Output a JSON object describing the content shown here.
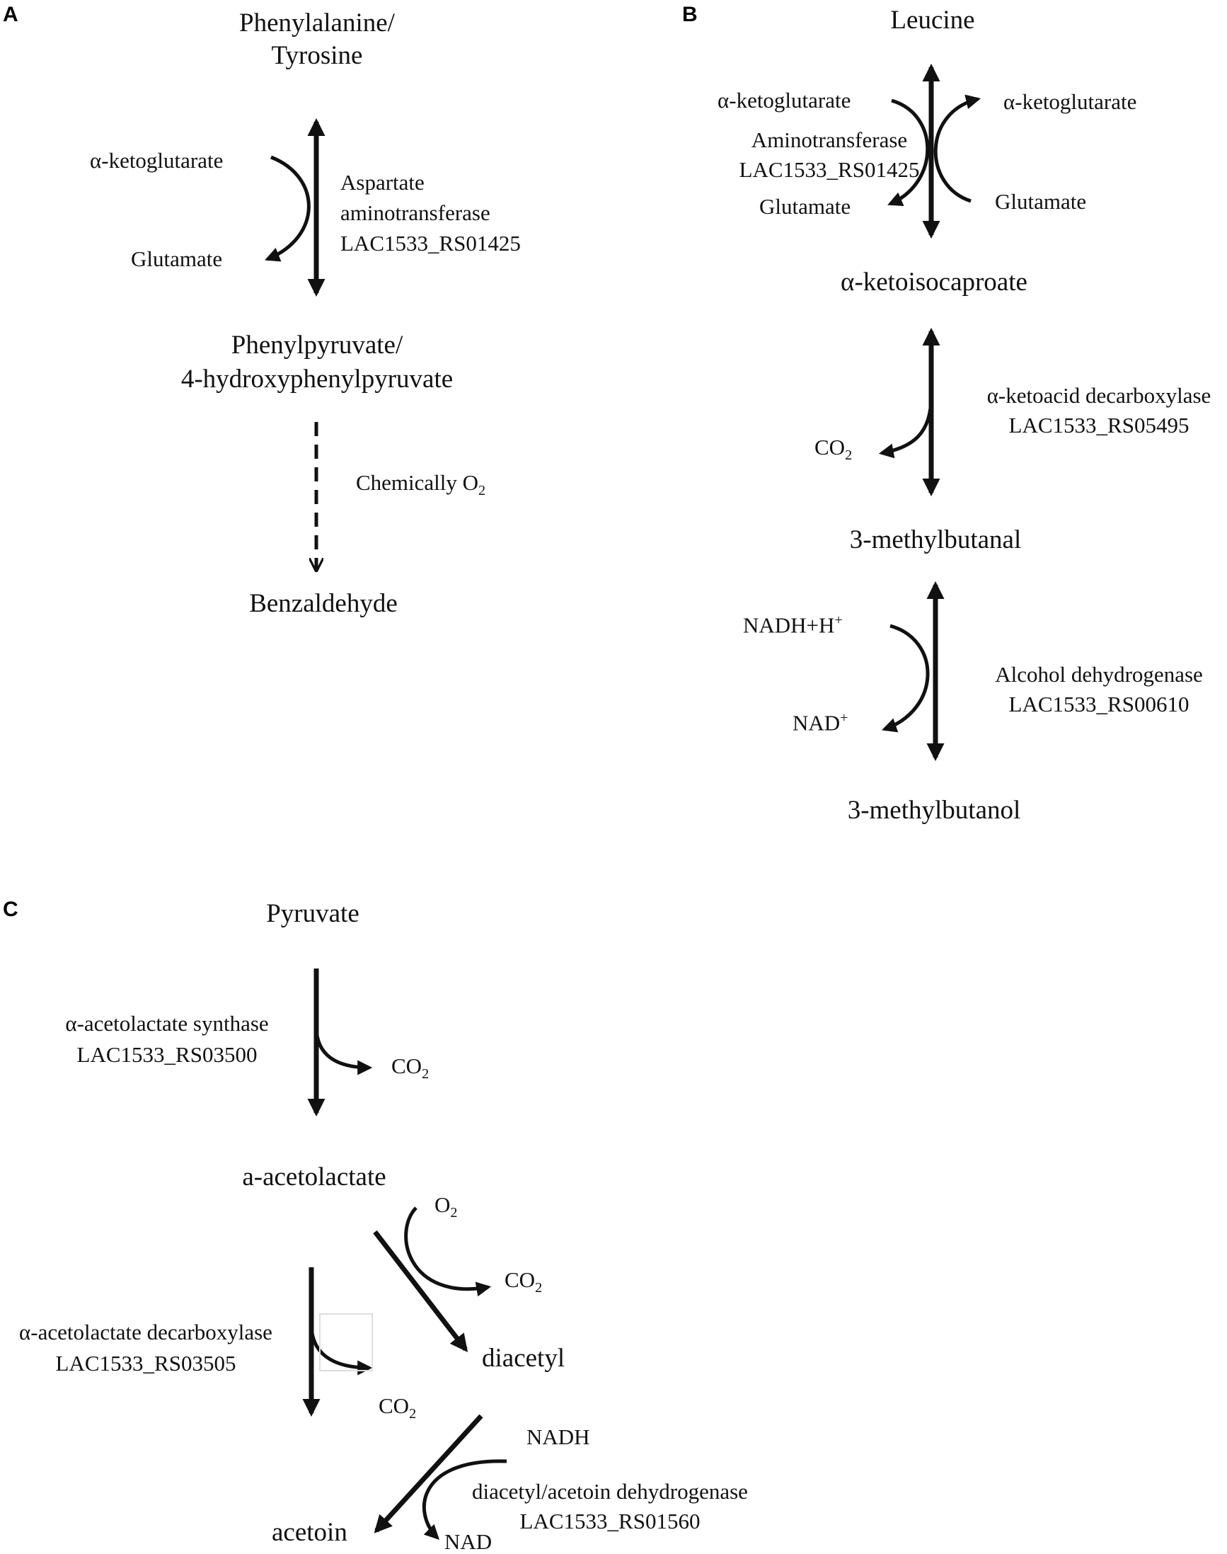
{
  "panels": {
    "A": {
      "letter": "A",
      "start_line1": "Phenylalanine/",
      "start_line2": "Tyrosine",
      "cosub_in": "α-ketoglutarate",
      "cosub_out": "Glutamate",
      "enzyme_line1": "Aspartate",
      "enzyme_line2": "aminotransferase",
      "enzyme_line3": "LAC1533_RS01425",
      "mid_line1": "Phenylpyruvate/",
      "mid_line2": "4-hydroxyphenylpyruvate",
      "chem_text": "Chemically O",
      "chem_sub": "2",
      "end": "Benzaldehyde"
    },
    "B": {
      "letter": "B",
      "start": "Leucine",
      "cosub_in_left": "α-ketoglutarate",
      "cosub_out_right": "α-ketoglutarate",
      "enzyme1_line1": "Aminotransferase",
      "enzyme1_line2": "LAC1533_RS01425",
      "cosub_out_left": "Glutamate",
      "cosub_in_right": "Glutamate",
      "mid1": "α-ketoisocaproate",
      "enzyme2_line1": "α-ketoacid decarboxylase",
      "enzyme2_line2": "LAC1533_RS05495",
      "co2_text": "CO",
      "co2_sub": "2",
      "mid2": "3-methylbutanal",
      "nadh_text": "NADH+H",
      "nadh_sup": "+",
      "nad_text": "NAD",
      "nad_sup": "+",
      "enzyme3_line1": "Alcohol dehydrogenase",
      "enzyme3_line2": "LAC1533_RS00610",
      "end": "3-methylbutanol"
    },
    "C": {
      "letter": "C",
      "start": "Pyruvate",
      "enzyme1_line1": "α-acetolactate synthase",
      "enzyme1_line2": "LAC1533_RS03500",
      "co2_1_text": "CO",
      "co2_1_sub": "2",
      "mid": "a-acetolactate",
      "o2_text": "O",
      "o2_sub": "2",
      "co2_2_text": "CO",
      "co2_2_sub": "2",
      "diacetyl": "diacetyl",
      "enzyme2_line1": "α-acetolactate decarboxylase",
      "enzyme2_line2": "LAC1533_RS03505",
      "co2_3_text": "CO",
      "co2_3_sub": "2",
      "nadh": "NADH",
      "enzyme3_line1": "diacetyl/acetoin dehydrogenase",
      "enzyme3_line2": "LAC1533_RS01560",
      "acetoin": "acetoin",
      "nad": "NAD"
    }
  }
}
